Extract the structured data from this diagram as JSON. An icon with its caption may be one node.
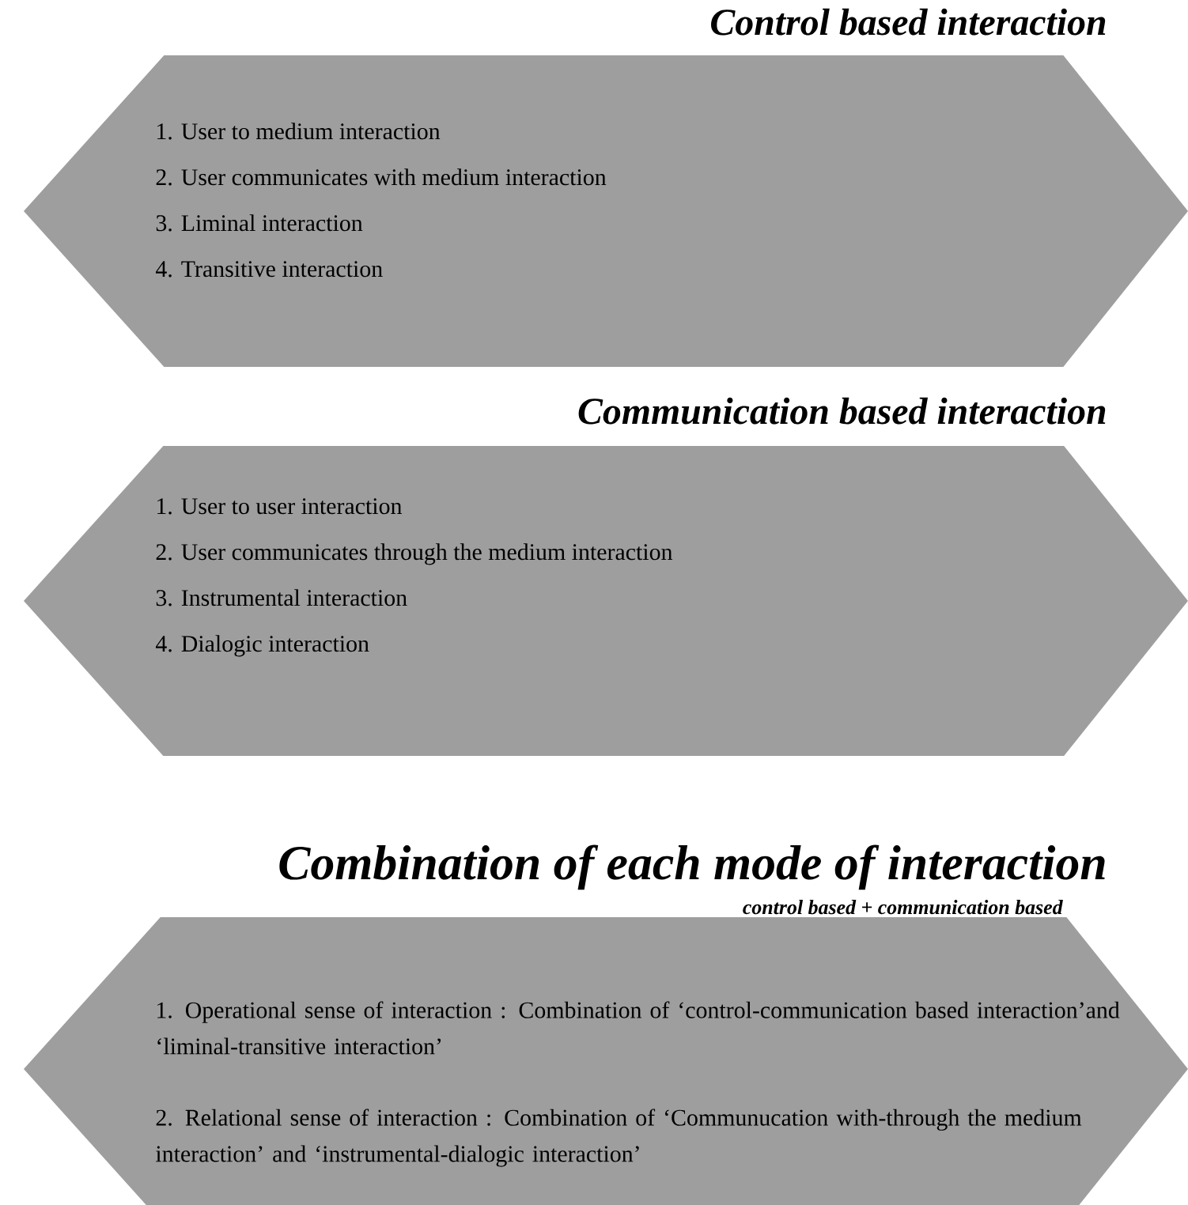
{
  "diagram": {
    "nodes": [
      {
        "text": [
          "Control based interaction",
          "1. User to medium interaction",
          "2. User communicates with medium interaction",
          "3. Liminal interaction",
          "4. Transitive interaction"
        ]
      },
      {
        "text": [
          "Communication based interaction",
          "1. User to user interaction",
          "2. User communicates through the medium interaction",
          "3. Instrumental interaction",
          "4. Dialogic interaction"
        ]
      },
      {
        "text": [
          "Combination of each mode of interaction",
          "control based + communication based",
          "1. Operational sense of interaction : Combination of ‘control-communication based interaction’and ‘liminal-transitive interaction’",
          "2. Relational sense of interaction : Combination of ‘Communucation with-through the medium interaction’ and ‘instrumental-dialogic interaction’"
        ]
      }
    ]
  }
}
